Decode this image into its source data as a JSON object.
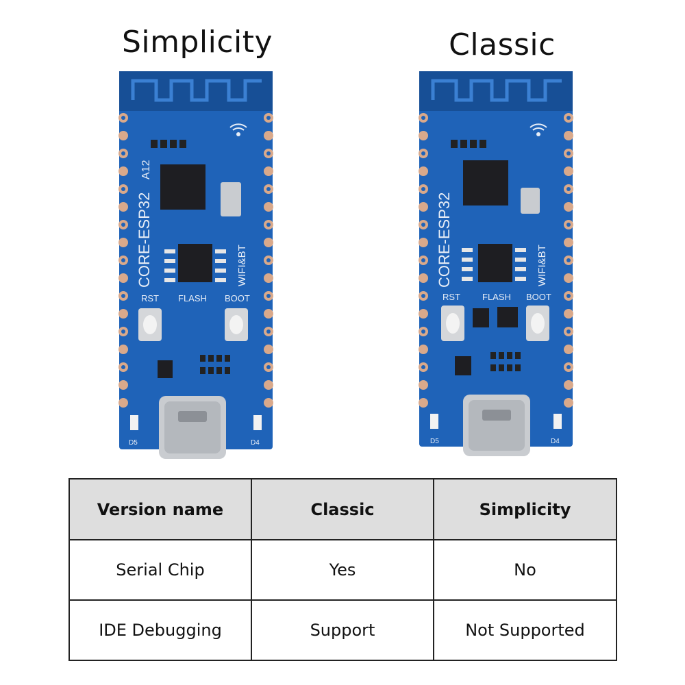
{
  "titles": {
    "left": "Simplicity",
    "right": "Classic"
  },
  "boards": {
    "silkscreen": {
      "module": "CORE-ESP32",
      "revision": "A12",
      "wireless": "WIFI&BT",
      "rst": "RST",
      "flash": "FLASH",
      "boot": "BOOT",
      "led_left": "D5",
      "led_right": "D4"
    },
    "colors": {
      "pcb": "#1f63b8",
      "pcb_dark": "#174f96",
      "pad": "#d9a98b",
      "chip": "#1e1e22",
      "usb": "#c9ccd0"
    }
  },
  "table": {
    "headers": [
      "Version name",
      "Classic",
      "Simplicity"
    ],
    "rows": [
      [
        "Serial Chip",
        "Yes",
        "No"
      ],
      [
        "IDE Debugging",
        "Support",
        "Not Supported"
      ]
    ]
  }
}
